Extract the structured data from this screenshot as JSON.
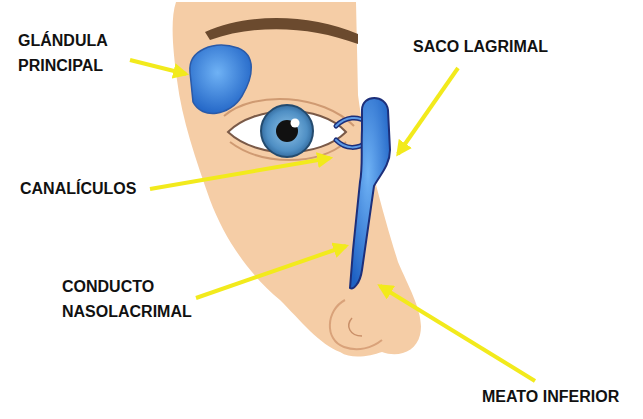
{
  "diagram": {
    "labels": [
      "GLÁNDULA PRINCIPAL",
      "SACO LAGRIMAL",
      "CANALÍCULOS",
      "CONDUCTO NASOLACRIMAL",
      "MEATO INFERIOR"
    ]
  }
}
